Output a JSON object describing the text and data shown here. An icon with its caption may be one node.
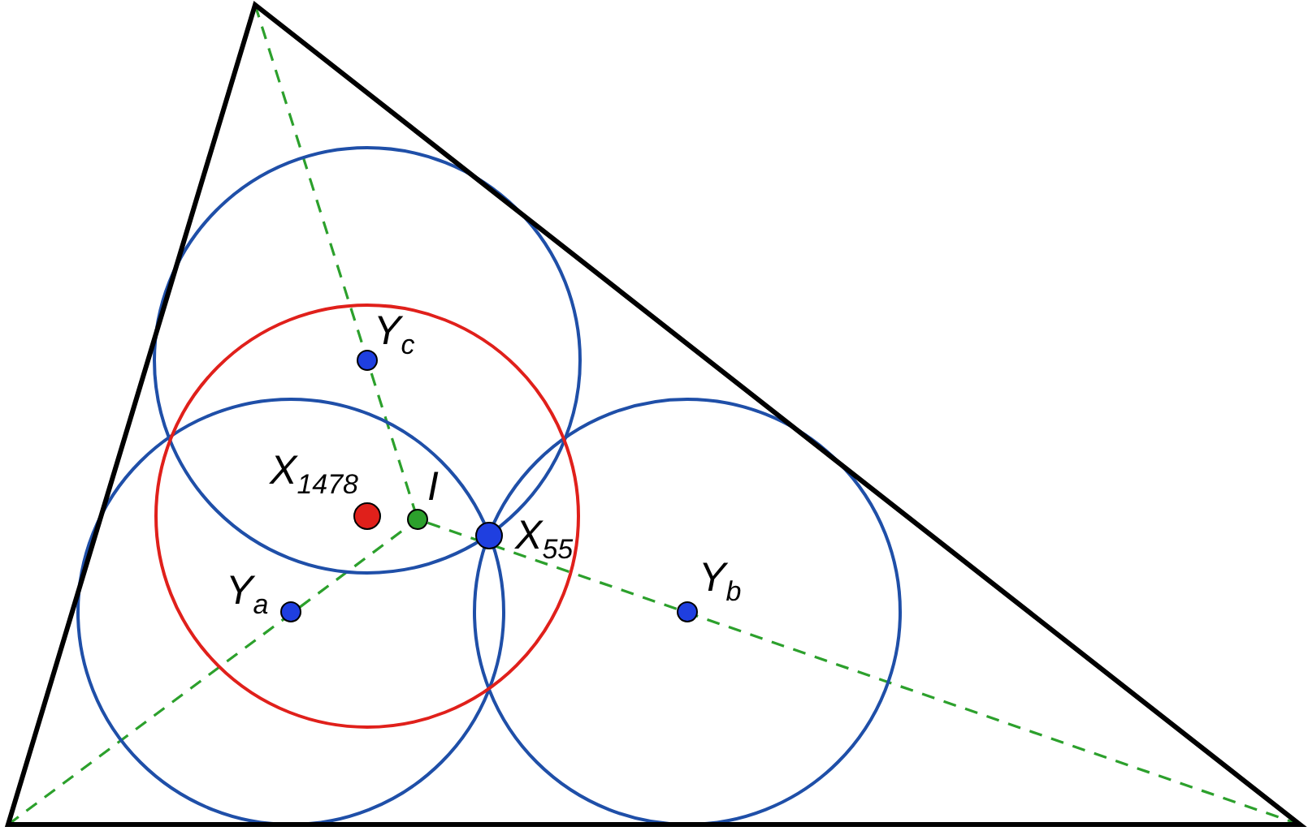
{
  "diagram": {
    "labels": [
      "Y$_{c}$",
      "X$_{1478}$",
      "I",
      "X$_{55}$",
      "Y$_{a}$",
      "Y$_{b}$"
    ]
  }
}
